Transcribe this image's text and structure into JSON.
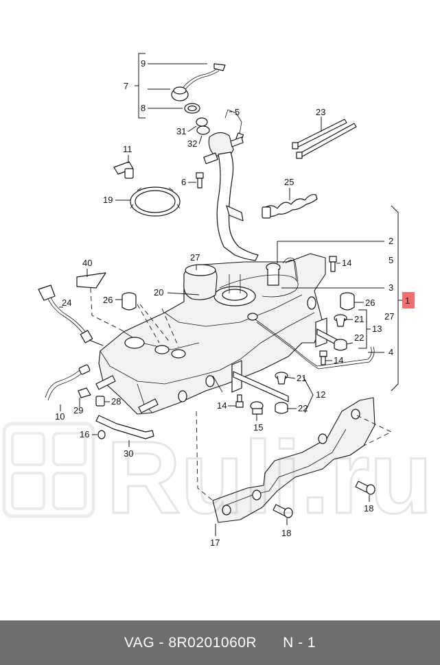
{
  "watermark": {
    "text": "Ruli.ru"
  },
  "callouts": [
    {
      "id": "c9",
      "label": "9"
    },
    {
      "id": "c7",
      "label": "7"
    },
    {
      "id": "c8",
      "label": "8"
    },
    {
      "id": "c5a",
      "label": "5"
    },
    {
      "id": "c31",
      "label": "31"
    },
    {
      "id": "c32",
      "label": "32"
    },
    {
      "id": "c23",
      "label": "23"
    },
    {
      "id": "c11",
      "label": "11"
    },
    {
      "id": "c6",
      "label": "6"
    },
    {
      "id": "c19",
      "label": "19"
    },
    {
      "id": "c25",
      "label": "25"
    },
    {
      "id": "c2",
      "label": "2"
    },
    {
      "id": "c5b",
      "label": "5"
    },
    {
      "id": "c27a",
      "label": "27"
    },
    {
      "id": "c14a",
      "label": "14"
    },
    {
      "id": "c40",
      "label": "40"
    },
    {
      "id": "c3",
      "label": "3"
    },
    {
      "id": "c20",
      "label": "20"
    },
    {
      "id": "c26a",
      "label": "26"
    },
    {
      "id": "c24",
      "label": "24"
    },
    {
      "id": "c26b",
      "label": "26"
    },
    {
      "id": "c1",
      "label": "1"
    },
    {
      "id": "c27b",
      "label": "27"
    },
    {
      "id": "c21a",
      "label": "21"
    },
    {
      "id": "c13",
      "label": "13"
    },
    {
      "id": "c22a",
      "label": "22"
    },
    {
      "id": "c14b",
      "label": "14"
    },
    {
      "id": "c4",
      "label": "4"
    },
    {
      "id": "c21b",
      "label": "21"
    },
    {
      "id": "c12",
      "label": "12"
    },
    {
      "id": "c28",
      "label": "28"
    },
    {
      "id": "c14c",
      "label": "14"
    },
    {
      "id": "c22b",
      "label": "22"
    },
    {
      "id": "c29",
      "label": "29"
    },
    {
      "id": "c10",
      "label": "10"
    },
    {
      "id": "c15",
      "label": "15"
    },
    {
      "id": "c16",
      "label": "16"
    },
    {
      "id": "c30",
      "label": "30"
    },
    {
      "id": "c18a",
      "label": "18"
    },
    {
      "id": "c18b",
      "label": "18"
    },
    {
      "id": "c17",
      "label": "17"
    }
  ],
  "footer": {
    "brand": "VAG",
    "separator": " - ",
    "part_number": "8R0201060R",
    "quantity": "N - 1"
  }
}
